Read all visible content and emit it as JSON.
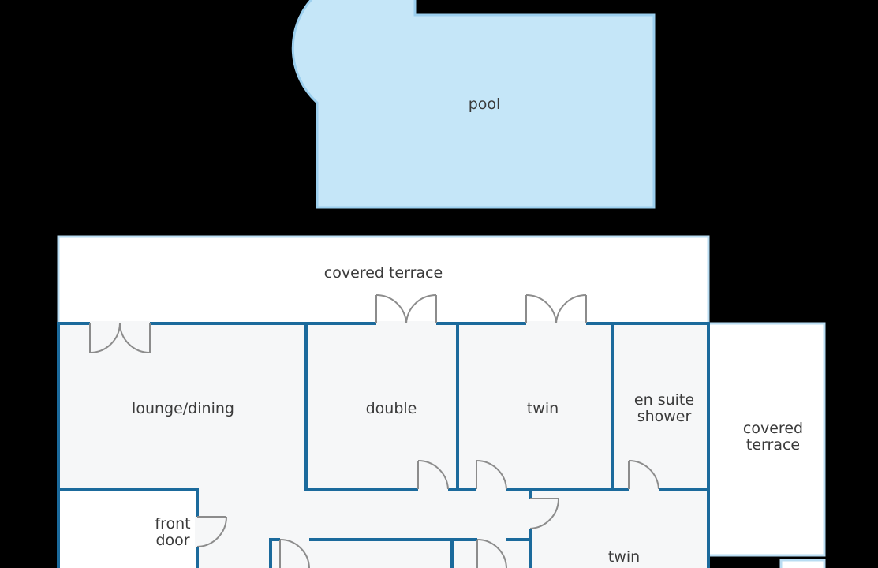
{
  "labels": {
    "pool": "pool",
    "covered_terrace_top": "covered terrace",
    "lounge": "lounge/dining",
    "double": "double",
    "twin_1": "twin",
    "en_suite_line1": "en suite",
    "en_suite_line2": "shower",
    "covered_terrace_side_line1": "covered",
    "covered_terrace_side_line2": "terrace",
    "front_door_line1": "front",
    "front_door_line2": "door",
    "twin_2": "twin"
  },
  "colors": {
    "background": "#000000",
    "pool": "#c5e6f8",
    "pool_border": "#9ccfee",
    "terrace": "#ffffff",
    "terrace_border": "#b9dcf2",
    "room_fill": "#f6f7f8",
    "wall": "#1b6a9c",
    "door": "#8c8c8c",
    "text": "#3a3a3a"
  }
}
